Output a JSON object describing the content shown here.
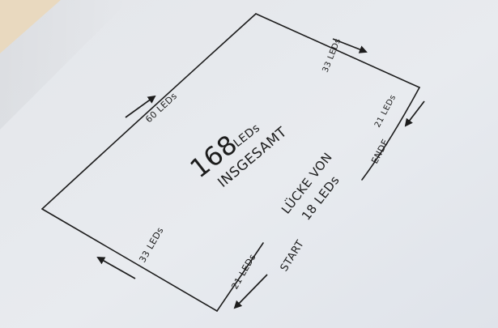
{
  "colors": {
    "desk": "#e9d9bf",
    "paper": "#e8ebf0",
    "ink": "#1c1c1c"
  },
  "labels": {
    "top_right_edge": "33 LEDs",
    "top_left_edge": "60 LEDs",
    "right_edge": "21 LEDs",
    "ende": "ENDE",
    "bottom_left_edge": "33 LEDs",
    "bottom_right_edge": "21 LEDs",
    "start": "START",
    "total_number": "168",
    "total_unit": "LEDs",
    "total_word": "INSGESAMT",
    "gap_line1": "LÜCKE VON",
    "gap_line2": "18 LEDs"
  },
  "icons": {
    "arrow_top_right": "arrow-right-icon",
    "arrow_top_left": "arrow-right-icon",
    "arrow_right_edge": "arrow-down-icon",
    "arrow_bottom_left": "arrow-left-icon",
    "arrow_bottom_right": "arrow-left-icon"
  }
}
